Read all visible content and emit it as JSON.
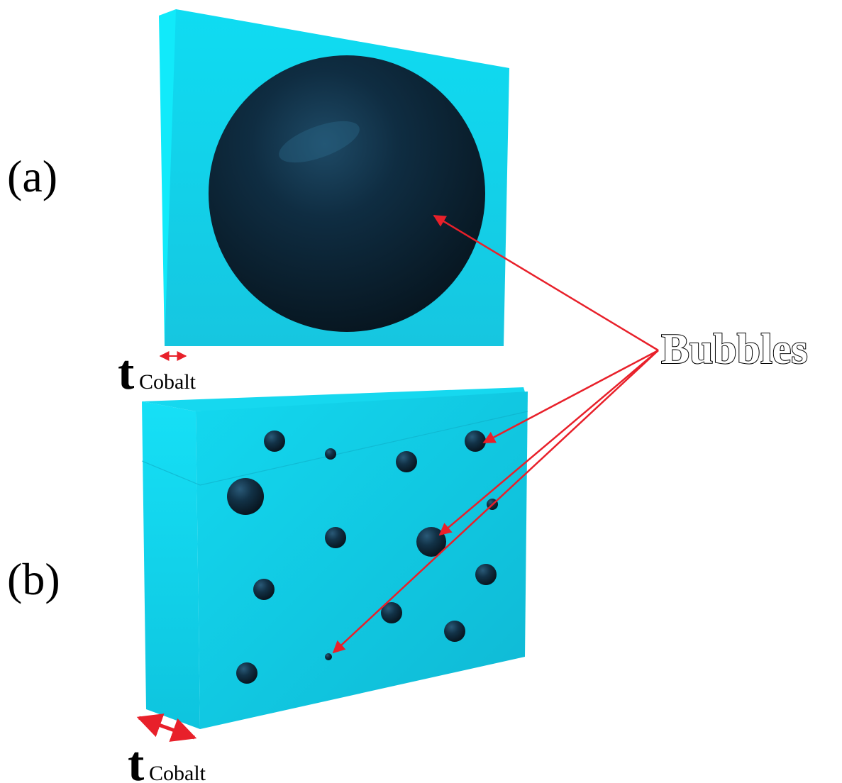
{
  "labels": {
    "panel_a": "(a)",
    "panel_b": "(b)",
    "callout": "Bubbles",
    "thickness_symbol": "t",
    "thickness_subscript": "Cobalt"
  },
  "colors": {
    "slab_front": "#12d6ee",
    "slab_side": "#10e6f8",
    "slab_top": "#18dcf2",
    "bubble": "#0b2233",
    "arrow": "#e8202a",
    "text": "#000000"
  }
}
